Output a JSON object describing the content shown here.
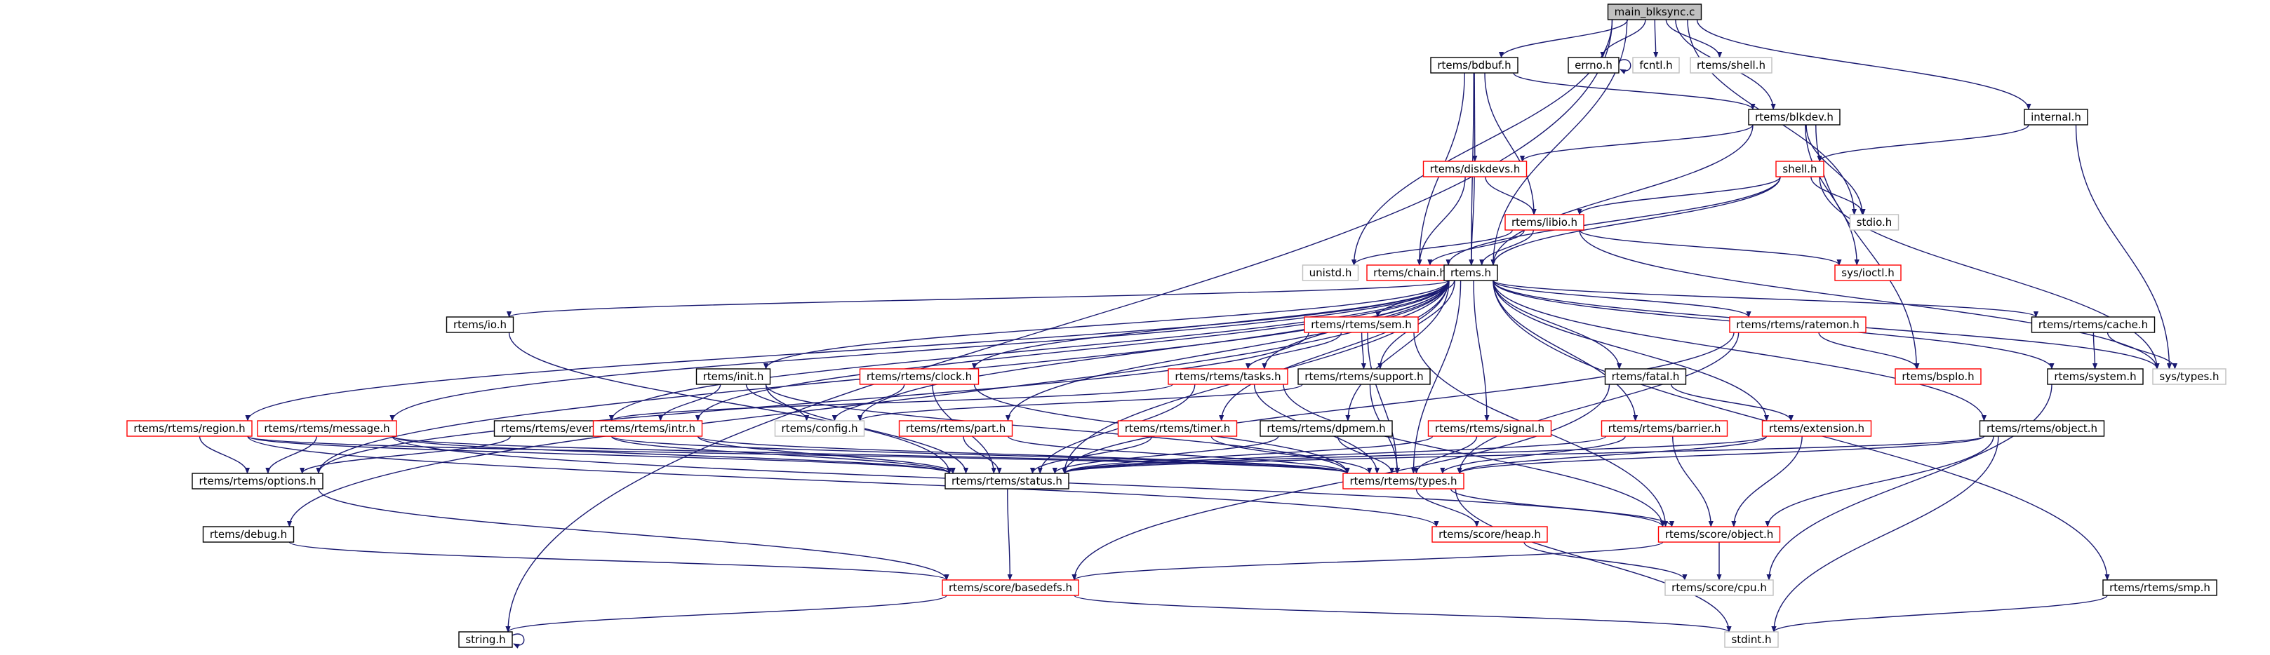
{
  "colors": {
    "edge": "#191970",
    "border_normal": "#000000",
    "border_red": "#ff0000",
    "border_gray": "#bfbfbf",
    "fill_root": "#bfbfbf",
    "fill": "#ffffff"
  },
  "nodes": [
    {
      "id": "main_blksync_c",
      "label": "main_blksync.c",
      "style": "root"
    },
    {
      "id": "rtems_bdbuf_h",
      "label": "rtems/bdbuf.h",
      "style": "normal"
    },
    {
      "id": "errno_h",
      "label": "errno.h",
      "style": "normal"
    },
    {
      "id": "fcntl_h",
      "label": "fcntl.h",
      "style": "gray"
    },
    {
      "id": "rtems_shell_h",
      "label": "rtems/shell.h",
      "style": "gray"
    },
    {
      "id": "rtems_blkdev_h",
      "label": "rtems/blkdev.h",
      "style": "normal"
    },
    {
      "id": "internal_h",
      "label": "internal.h",
      "style": "normal"
    },
    {
      "id": "rtems_diskdevs_h",
      "label": "rtems/diskdevs.h",
      "style": "red"
    },
    {
      "id": "shell_h",
      "label": "shell.h",
      "style": "red"
    },
    {
      "id": "rtems_libio_h",
      "label": "rtems/libio.h",
      "style": "red"
    },
    {
      "id": "stdio_h",
      "label": "stdio.h",
      "style": "gray"
    },
    {
      "id": "unistd_h",
      "label": "unistd.h",
      "style": "gray"
    },
    {
      "id": "rtems_chain_h",
      "label": "rtems/chain.h",
      "style": "red"
    },
    {
      "id": "rtems_h",
      "label": "rtems.h",
      "style": "normal"
    },
    {
      "id": "sys_ioctl_h",
      "label": "sys/ioctl.h",
      "style": "red"
    },
    {
      "id": "rtems_io_h",
      "label": "rtems/io.h",
      "style": "normal"
    },
    {
      "id": "rtems_rtems_sem_h",
      "label": "rtems/rtems/sem.h",
      "style": "red"
    },
    {
      "id": "rtems_rtems_ratemon_h",
      "label": "rtems/rtems/ratemon.h",
      "style": "red"
    },
    {
      "id": "rtems_rtems_cache_h",
      "label": "rtems/rtems/cache.h",
      "style": "normal"
    },
    {
      "id": "sys_types_h",
      "label": "sys/types.h",
      "style": "gray"
    },
    {
      "id": "rtems_init_h",
      "label": "rtems/init.h",
      "style": "normal"
    },
    {
      "id": "rtems_rtems_clock_h",
      "label": "rtems/rtems/clock.h",
      "style": "red"
    },
    {
      "id": "rtems_rtems_tasks_h",
      "label": "rtems/rtems/tasks.h",
      "style": "red"
    },
    {
      "id": "rtems_rtems_support_h",
      "label": "rtems/rtems/support.h",
      "style": "normal"
    },
    {
      "id": "rtems_fatal_h",
      "label": "rtems/fatal.h",
      "style": "normal"
    },
    {
      "id": "rtems_bspio_h",
      "label": "rtems/bspIo.h",
      "style": "red"
    },
    {
      "id": "rtems_rtems_system_h",
      "label": "rtems/system.h",
      "style": "normal"
    },
    {
      "id": "rtems_config_h",
      "label": "rtems/config.h",
      "style": "gray"
    },
    {
      "id": "rtems_rtems_region_h",
      "label": "rtems/rtems/region.h",
      "style": "red"
    },
    {
      "id": "rtems_rtems_message_h",
      "label": "rtems/rtems/message.h",
      "style": "red"
    },
    {
      "id": "rtems_rtems_event_h",
      "label": "rtems/rtems/event.h",
      "style": "normal"
    },
    {
      "id": "rtems_rtems_intr_h",
      "label": "rtems/rtems/intr.h",
      "style": "red"
    },
    {
      "id": "rtems_rtems_part_h",
      "label": "rtems/rtems/part.h",
      "style": "red"
    },
    {
      "id": "rtems_rtems_timer_h",
      "label": "rtems/rtems/timer.h",
      "style": "red"
    },
    {
      "id": "rtems_rtems_dpmem_h",
      "label": "rtems/rtems/dpmem.h",
      "style": "normal"
    },
    {
      "id": "rtems_rtems_signal_h",
      "label": "rtems/rtems/signal.h",
      "style": "red"
    },
    {
      "id": "rtems_rtems_barrier_h",
      "label": "rtems/rtems/barrier.h",
      "style": "red"
    },
    {
      "id": "rtems_extension_h",
      "label": "rtems/extension.h",
      "style": "red"
    },
    {
      "id": "rtems_rtems_object_h",
      "label": "rtems/rtems/object.h",
      "style": "normal"
    },
    {
      "id": "rtems_rtems_options_h",
      "label": "rtems/rtems/options.h",
      "style": "normal"
    },
    {
      "id": "rtems_rtems_status_h",
      "label": "rtems/rtems/status.h",
      "style": "normal"
    },
    {
      "id": "rtems_rtems_types_h",
      "label": "rtems/rtems/types.h",
      "style": "red"
    },
    {
      "id": "rtems_debug_h",
      "label": "rtems/debug.h",
      "style": "normal"
    },
    {
      "id": "rtems_score_heap_h",
      "label": "rtems/score/heap.h",
      "style": "red"
    },
    {
      "id": "rtems_score_object_h",
      "label": "rtems/score/object.h",
      "style": "red"
    },
    {
      "id": "rtems_score_basedefs_h",
      "label": "rtems/score/basedefs.h",
      "style": "red"
    },
    {
      "id": "rtems_score_cpu_h",
      "label": "rtems/score/cpu.h",
      "style": "gray"
    },
    {
      "id": "rtems_rtems_smp_h",
      "label": "rtems/rtems/smp.h",
      "style": "normal"
    },
    {
      "id": "string_h",
      "label": "string.h",
      "style": "normal"
    },
    {
      "id": "stdint_h",
      "label": "stdint.h",
      "style": "gray"
    }
  ],
  "edges": [
    [
      "main_blksync_c",
      "rtems_bdbuf_h"
    ],
    [
      "main_blksync_c",
      "errno_h"
    ],
    [
      "main_blksync_c",
      "fcntl_h"
    ],
    [
      "main_blksync_c",
      "rtems_shell_h"
    ],
    [
      "main_blksync_c",
      "rtems_blkdev_h"
    ],
    [
      "main_blksync_c",
      "internal_h"
    ],
    [
      "main_blksync_c",
      "stdio_h"
    ],
    [
      "main_blksync_c",
      "unistd_h"
    ],
    [
      "main_blksync_c",
      "rtems_h"
    ],
    [
      "main_blksync_c",
      "string_h"
    ],
    [
      "errno_h",
      "errno_h"
    ],
    [
      "rtems_bdbuf_h",
      "rtems_blkdev_h"
    ],
    [
      "rtems_bdbuf_h",
      "rtems_diskdevs_h"
    ],
    [
      "rtems_bdbuf_h",
      "rtems_libio_h"
    ],
    [
      "rtems_bdbuf_h",
      "rtems_chain_h"
    ],
    [
      "rtems_bdbuf_h",
      "rtems_h"
    ],
    [
      "rtems_blkdev_h",
      "rtems_diskdevs_h"
    ],
    [
      "rtems_blkdev_h",
      "stdio_h"
    ],
    [
      "rtems_blkdev_h",
      "sys_ioctl_h"
    ],
    [
      "rtems_blkdev_h",
      "rtems_h"
    ],
    [
      "rtems_blkdev_h",
      "rtems_bspio_h"
    ],
    [
      "internal_h",
      "shell_h"
    ],
    [
      "internal_h",
      "sys_types_h"
    ],
    [
      "shell_h",
      "stdio_h"
    ],
    [
      "shell_h",
      "rtems_libio_h"
    ],
    [
      "shell_h",
      "rtems_chain_h"
    ],
    [
      "shell_h",
      "rtems_h"
    ],
    [
      "shell_h",
      "sys_types_h"
    ],
    [
      "rtems_diskdevs_h",
      "rtems_libio_h"
    ],
    [
      "rtems_diskdevs_h",
      "rtems_chain_h"
    ],
    [
      "rtems_diskdevs_h",
      "rtems_h"
    ],
    [
      "rtems_libio_h",
      "unistd_h"
    ],
    [
      "rtems_libio_h",
      "rtems_chain_h"
    ],
    [
      "rtems_libio_h",
      "rtems_h"
    ],
    [
      "rtems_libio_h",
      "sys_ioctl_h"
    ],
    [
      "rtems_libio_h",
      "sys_types_h"
    ],
    [
      "rtems_h",
      "rtems_io_h"
    ],
    [
      "rtems_h",
      "rtems_rtems_sem_h"
    ],
    [
      "rtems_h",
      "rtems_rtems_ratemon_h"
    ],
    [
      "rtems_h",
      "rtems_rtems_cache_h"
    ],
    [
      "rtems_h",
      "sys_types_h"
    ],
    [
      "rtems_h",
      "rtems_init_h"
    ],
    [
      "rtems_h",
      "rtems_rtems_clock_h"
    ],
    [
      "rtems_h",
      "rtems_rtems_tasks_h"
    ],
    [
      "rtems_h",
      "rtems_rtems_support_h"
    ],
    [
      "rtems_h",
      "rtems_fatal_h"
    ],
    [
      "rtems_h",
      "rtems_rtems_system_h"
    ],
    [
      "rtems_h",
      "rtems_config_h"
    ],
    [
      "rtems_h",
      "rtems_rtems_region_h"
    ],
    [
      "rtems_h",
      "rtems_rtems_message_h"
    ],
    [
      "rtems_h",
      "rtems_rtems_event_h"
    ],
    [
      "rtems_h",
      "rtems_rtems_intr_h"
    ],
    [
      "rtems_h",
      "rtems_rtems_part_h"
    ],
    [
      "rtems_h",
      "rtems_rtems_timer_h"
    ],
    [
      "rtems_h",
      "rtems_rtems_dpmem_h"
    ],
    [
      "rtems_h",
      "rtems_rtems_signal_h"
    ],
    [
      "rtems_h",
      "rtems_rtems_barrier_h"
    ],
    [
      "rtems_h",
      "rtems_extension_h"
    ],
    [
      "rtems_h",
      "rtems_rtems_object_h"
    ],
    [
      "rtems_h",
      "rtems_rtems_options_h"
    ],
    [
      "rtems_h",
      "rtems_rtems_status_h"
    ],
    [
      "rtems_h",
      "rtems_rtems_types_h"
    ],
    [
      "rtems_h",
      "rtems_debug_h"
    ],
    [
      "rtems_h",
      "rtems_rtems_smp_h"
    ],
    [
      "rtems_io_h",
      "rtems_rtems_status_h"
    ],
    [
      "rtems_rtems_sem_h",
      "rtems_rtems_tasks_h"
    ],
    [
      "rtems_rtems_sem_h",
      "rtems_rtems_support_h"
    ],
    [
      "rtems_rtems_sem_h",
      "rtems_rtems_options_h"
    ],
    [
      "rtems_rtems_sem_h",
      "rtems_rtems_types_h"
    ],
    [
      "rtems_rtems_sem_h",
      "rtems_score_object_h"
    ],
    [
      "rtems_rtems_ratemon_h",
      "rtems_bspio_h"
    ],
    [
      "rtems_rtems_ratemon_h",
      "rtems_rtems_status_h"
    ],
    [
      "rtems_rtems_ratemon_h",
      "rtems_rtems_types_h"
    ],
    [
      "rtems_rtems_cache_h",
      "rtems_rtems_system_h"
    ],
    [
      "rtems_rtems_cache_h",
      "sys_types_h"
    ],
    [
      "rtems_init_h",
      "rtems_config_h"
    ],
    [
      "rtems_init_h",
      "rtems_rtems_intr_h"
    ],
    [
      "rtems_init_h",
      "rtems_rtems_status_h"
    ],
    [
      "rtems_init_h",
      "rtems_rtems_types_h"
    ],
    [
      "rtems_rtems_clock_h",
      "rtems_config_h"
    ],
    [
      "rtems_rtems_clock_h",
      "rtems_rtems_status_h"
    ],
    [
      "rtems_rtems_clock_h",
      "rtems_rtems_types_h"
    ],
    [
      "rtems_rtems_tasks_h",
      "rtems_rtems_event_h"
    ],
    [
      "rtems_rtems_tasks_h",
      "rtems_rtems_status_h"
    ],
    [
      "rtems_rtems_tasks_h",
      "rtems_rtems_types_h"
    ],
    [
      "rtems_rtems_tasks_h",
      "rtems_score_object_h"
    ],
    [
      "rtems_rtems_support_h",
      "rtems_config_h"
    ],
    [
      "rtems_rtems_support_h",
      "rtems_rtems_types_h"
    ],
    [
      "rtems_fatal_h",
      "rtems_extension_h"
    ],
    [
      "rtems_fatal_h",
      "rtems_score_basedefs_h"
    ],
    [
      "rtems_rtems_system_h",
      "rtems_score_cpu_h"
    ],
    [
      "rtems_rtems_region_h",
      "rtems_rtems_options_h"
    ],
    [
      "rtems_rtems_region_h",
      "rtems_rtems_status_h"
    ],
    [
      "rtems_rtems_region_h",
      "rtems_rtems_types_h"
    ],
    [
      "rtems_rtems_region_h",
      "rtems_score_heap_h"
    ],
    [
      "rtems_rtems_message_h",
      "rtems_rtems_options_h"
    ],
    [
      "rtems_rtems_message_h",
      "rtems_rtems_status_h"
    ],
    [
      "rtems_rtems_message_h",
      "rtems_rtems_types_h"
    ],
    [
      "rtems_rtems_message_h",
      "rtems_score_object_h"
    ],
    [
      "rtems_rtems_event_h",
      "rtems_rtems_options_h"
    ],
    [
      "rtems_rtems_event_h",
      "rtems_rtems_status_h"
    ],
    [
      "rtems_rtems_event_h",
      "rtems_rtems_types_h"
    ],
    [
      "rtems_rtems_intr_h",
      "rtems_rtems_status_h"
    ],
    [
      "rtems_rtems_intr_h",
      "rtems_rtems_types_h"
    ],
    [
      "rtems_rtems_part_h",
      "rtems_rtems_status_h"
    ],
    [
      "rtems_rtems_part_h",
      "rtems_rtems_types_h"
    ],
    [
      "rtems_rtems_timer_h",
      "rtems_rtems_status_h"
    ],
    [
      "rtems_rtems_timer_h",
      "rtems_rtems_types_h"
    ],
    [
      "rtems_rtems_dpmem_h",
      "rtems_rtems_status_h"
    ],
    [
      "rtems_rtems_dpmem_h",
      "rtems_rtems_types_h"
    ],
    [
      "rtems_rtems_signal_h",
      "rtems_rtems_status_h"
    ],
    [
      "rtems_rtems_signal_h",
      "rtems_rtems_types_h"
    ],
    [
      "rtems_rtems_barrier_h",
      "rtems_rtems_status_h"
    ],
    [
      "rtems_rtems_barrier_h",
      "rtems_rtems_types_h"
    ],
    [
      "rtems_rtems_barrier_h",
      "rtems_score_object_h"
    ],
    [
      "rtems_extension_h",
      "rtems_rtems_status_h"
    ],
    [
      "rtems_extension_h",
      "rtems_rtems_types_h"
    ],
    [
      "rtems_extension_h",
      "rtems_score_object_h"
    ],
    [
      "rtems_rtems_object_h",
      "rtems_rtems_status_h"
    ],
    [
      "rtems_rtems_object_h",
      "rtems_rtems_types_h"
    ],
    [
      "rtems_rtems_object_h",
      "rtems_score_object_h"
    ],
    [
      "rtems_rtems_object_h",
      "stdint_h"
    ],
    [
      "rtems_rtems_options_h",
      "rtems_score_basedefs_h"
    ],
    [
      "rtems_rtems_status_h",
      "rtems_score_basedefs_h"
    ],
    [
      "rtems_rtems_types_h",
      "rtems_score_heap_h"
    ],
    [
      "rtems_rtems_types_h",
      "rtems_score_object_h"
    ],
    [
      "rtems_rtems_types_h",
      "stdint_h"
    ],
    [
      "rtems_debug_h",
      "rtems_score_basedefs_h"
    ],
    [
      "rtems_score_heap_h",
      "rtems_score_cpu_h"
    ],
    [
      "rtems_score_object_h",
      "rtems_score_basedefs_h"
    ],
    [
      "rtems_score_object_h",
      "rtems_score_cpu_h"
    ],
    [
      "rtems_score_basedefs_h",
      "string_h"
    ],
    [
      "rtems_score_basedefs_h",
      "stdint_h"
    ],
    [
      "rtems_rtems_smp_h",
      "stdint_h"
    ],
    [
      "string_h",
      "string_h"
    ]
  ]
}
